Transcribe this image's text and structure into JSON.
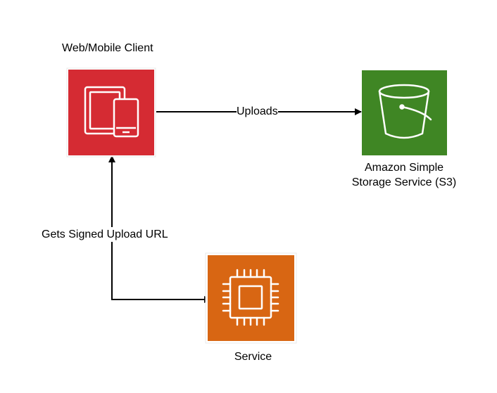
{
  "nodes": {
    "client": {
      "label": "Web/Mobile Client",
      "icon": "tablet-mobile-icon",
      "color": "#d52b33"
    },
    "s3": {
      "label_line1": "Amazon Simple",
      "label_line2": "Storage Service (S3)",
      "icon": "bucket-icon",
      "color": "#3f8624"
    },
    "service": {
      "label": "Service",
      "icon": "chip-icon",
      "color": "#d86613"
    }
  },
  "edges": {
    "uploads": {
      "label": "Uploads",
      "from": "client",
      "to": "s3"
    },
    "signed_url": {
      "label": "Gets Signed Upload URL",
      "from": "service",
      "to": "client"
    }
  }
}
